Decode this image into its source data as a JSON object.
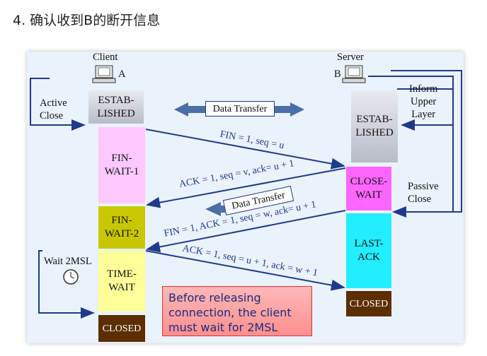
{
  "heading": "4. 确认收到B的断开信息",
  "client": {
    "name": "Client",
    "tag": "A"
  },
  "server": {
    "name": "Server",
    "tag": "B"
  },
  "labels": {
    "active_close": "Active\nClose",
    "inform_upper": "Inform\nUpper\nLayer",
    "passive_close": "Passive\nClose",
    "wait_2msl": "Wait 2MSL"
  },
  "client_states": {
    "established": "ESTAB-\nLISHED",
    "fin_wait_1": "FIN-\nWAIT-1",
    "fin_wait_2": "FIN-\nWAIT-2",
    "time_wait": "TIME-\nWAIT",
    "closed": "CLOSED"
  },
  "server_states": {
    "established": "ESTAB-\nLISHED",
    "close_wait": "CLOSE-\nWAIT",
    "last_ack": "LAST-\nACK",
    "closed": "CLOSED"
  },
  "data_transfer": [
    "Data Transfer",
    "Data Transfer"
  ],
  "messages": {
    "m1": "FIN = 1, seq = u",
    "m2": "ACK = 1, seq = v, ack= u + 1",
    "m3": "FIN = 1, ACK = 1, seq = w, ack= u + 1",
    "m4": "ACK = 1, seq = u + 1, ack = w + 1"
  },
  "note": "Before releasing connection, the client must wait for 2MSL",
  "colors": {
    "arrow": "#1f3a8a",
    "fin_wait_1": "#ffc8ff",
    "fin_wait_2": "#c8c800",
    "time_wait": "#ffff9a",
    "closed": "#5c2e00",
    "close_wait": "#ff66ff",
    "last_ack": "#22eeff",
    "established": "#c8ccd4"
  }
}
